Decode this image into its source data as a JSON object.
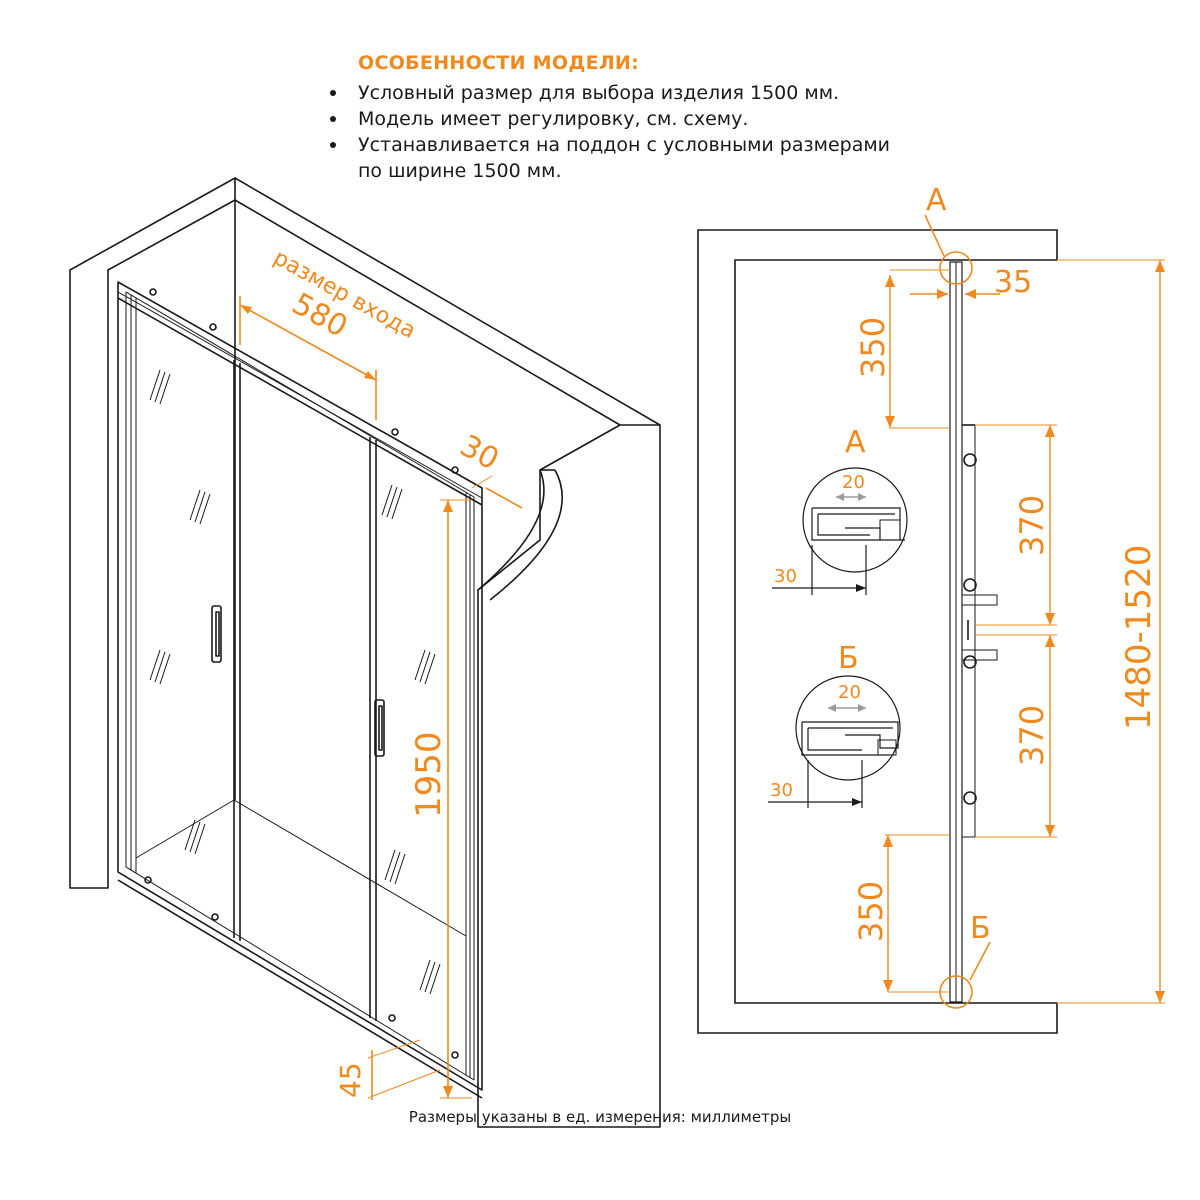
{
  "features": {
    "title": "ОСОБЕННОСТИ МОДЕЛИ:",
    "items": [
      "Условный размер для выбора изделия  1500 мм.",
      "Модель имеет регулировку, см. схему.",
      "Устанавливается на поддон с условными размерами"
    ],
    "items_continuation": "по ширине 1500 мм."
  },
  "left_view": {
    "entry_label": "размер входа",
    "entry_width": "580",
    "profile_offset": "30",
    "height": "1950",
    "bottom_gap": "45"
  },
  "right_view": {
    "callout_top": "А",
    "callout_bottom": "Б",
    "wall_offset": "35",
    "top_segment": "350",
    "middle_upper": "370",
    "middle_lower": "370",
    "bottom_segment": "350",
    "total_range": "1480-1520"
  },
  "detail_a": {
    "label": "А",
    "adjust": "20",
    "depth": "30"
  },
  "detail_b": {
    "label": "Б",
    "adjust": "20",
    "depth": "30"
  },
  "footnote": "Размеры указаны в ед. измерения: миллиметры",
  "colors": {
    "accent": "#f0891e",
    "line": "#1a1a1a"
  }
}
